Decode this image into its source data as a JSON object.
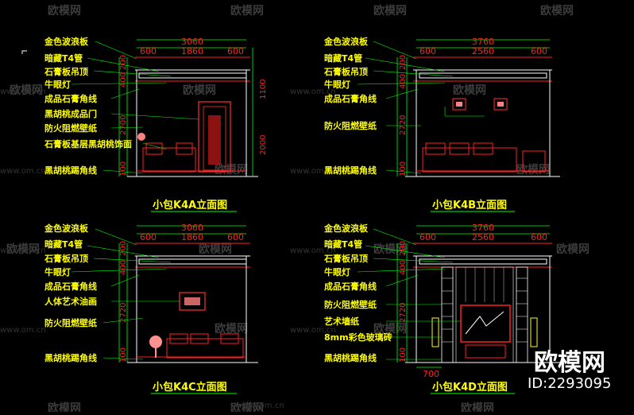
{
  "watermark": {
    "text": "欧模网",
    "url": "www.om.cn"
  },
  "brand": {
    "name": "欧模网",
    "id": "ID:2293095"
  },
  "panels": [
    {
      "title": "小包K4A立面图",
      "labels": [
        "金色波浪板",
        "暗藏T4管",
        "石膏板吊顶",
        "牛眼灯",
        "成品石膏角线",
        "黑胡桃成品门",
        "防火阻燃壁纸",
        "石膏板基层黑胡桃饰面",
        "黑胡桃踢角线"
      ],
      "dims_top": [
        "3060",
        "600",
        "1860",
        "600"
      ],
      "dims_right": [
        "1100",
        "2000"
      ],
      "dims_left": [
        "200",
        "400",
        "2700",
        "100"
      ]
    },
    {
      "title": "小包K4B立面图",
      "labels": [
        "金色波浪板",
        "暗藏T4管",
        "石膏板吊顶",
        "牛眼灯",
        "成品石膏角线",
        "防火阻燃壁纸",
        "黑胡桃踢角线"
      ],
      "dims_top": [
        "3760",
        "600",
        "2560",
        "600"
      ],
      "dims_left": [
        "200",
        "400",
        "2720",
        "100"
      ]
    },
    {
      "title": "小包K4C立面图",
      "labels": [
        "金色波浪板",
        "暗藏T4管",
        "石膏板吊顶",
        "牛眼灯",
        "成品石膏角线",
        "人体艺术油画",
        "防火阻燃壁纸",
        "黑胡桃踢角线"
      ],
      "dims_top": [
        "3060",
        "600",
        "1860",
        "600"
      ],
      "dims_left": [
        "200",
        "400",
        "2720",
        "100"
      ]
    },
    {
      "title": "小包K4D立面图",
      "labels": [
        "金色波浪板",
        "暗藏T4管",
        "石膏板吊顶",
        "牛眼灯",
        "成品石膏角线",
        "防火阻燃壁纸",
        "艺术墙纸",
        "8mm彩色玻璃砖",
        "黑胡桃踢角线"
      ],
      "dims_top": [
        "3760",
        "600",
        "2560",
        "600"
      ],
      "dims_left": [
        "200",
        "400",
        "2720",
        "100"
      ],
      "dims_bottom": [
        "700"
      ]
    }
  ]
}
